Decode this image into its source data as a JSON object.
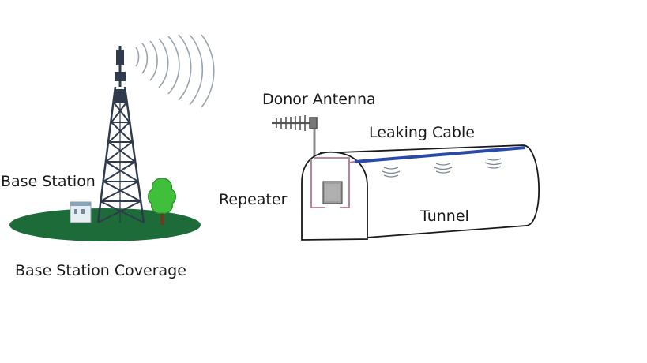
{
  "labels": {
    "base_station": "Base Station",
    "base_station_coverage": "Base Station Coverage",
    "donor_antenna": "Donor Antenna",
    "leaking_cable": "Leaking Cable",
    "repeater": "Repeater",
    "tunnel": "Tunnel"
  },
  "colors": {
    "coverage_ground": "#1e6b3a",
    "tower": "#2f3b4c",
    "signal_waves": "#9aa3ad",
    "tree_foliage": "#3fbf3a",
    "tree_trunk": "#6b3d1f",
    "cable": "#2a4aa8",
    "feeder": "#b07a8a",
    "repeater_box": "#9c9c9c",
    "outline": "#1a1a1a"
  },
  "icons": {
    "tower": "transmission-tower-icon",
    "building": "building-icon",
    "tree": "tree-icon",
    "antenna": "yagi-antenna-icon",
    "repeater": "repeater-box-icon",
    "tunnel": "tunnel-icon"
  }
}
